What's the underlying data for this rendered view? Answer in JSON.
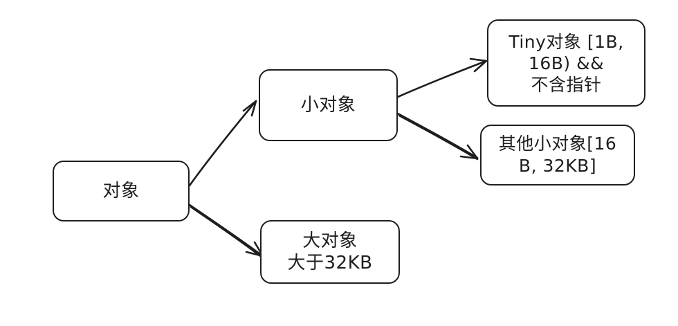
{
  "nodes": {
    "root": {
      "lines": [
        "对象"
      ]
    },
    "small": {
      "lines": [
        "小对象"
      ]
    },
    "large": {
      "lines": [
        "大对象",
        "大于32KB"
      ]
    },
    "tiny": {
      "lines": [
        "Tiny对象 [1B,",
        "16B) &&",
        "不含指针"
      ]
    },
    "other_small": {
      "lines": [
        "其他小对象[16",
        "B, 32KB]"
      ]
    }
  },
  "edges": [
    {
      "from": "root",
      "to": "small"
    },
    {
      "from": "root",
      "to": "large"
    },
    {
      "from": "small",
      "to": "tiny"
    },
    {
      "from": "small",
      "to": "other_small"
    }
  ],
  "colors": {
    "stroke": "#1e1e1e",
    "background": "#ffffff"
  }
}
